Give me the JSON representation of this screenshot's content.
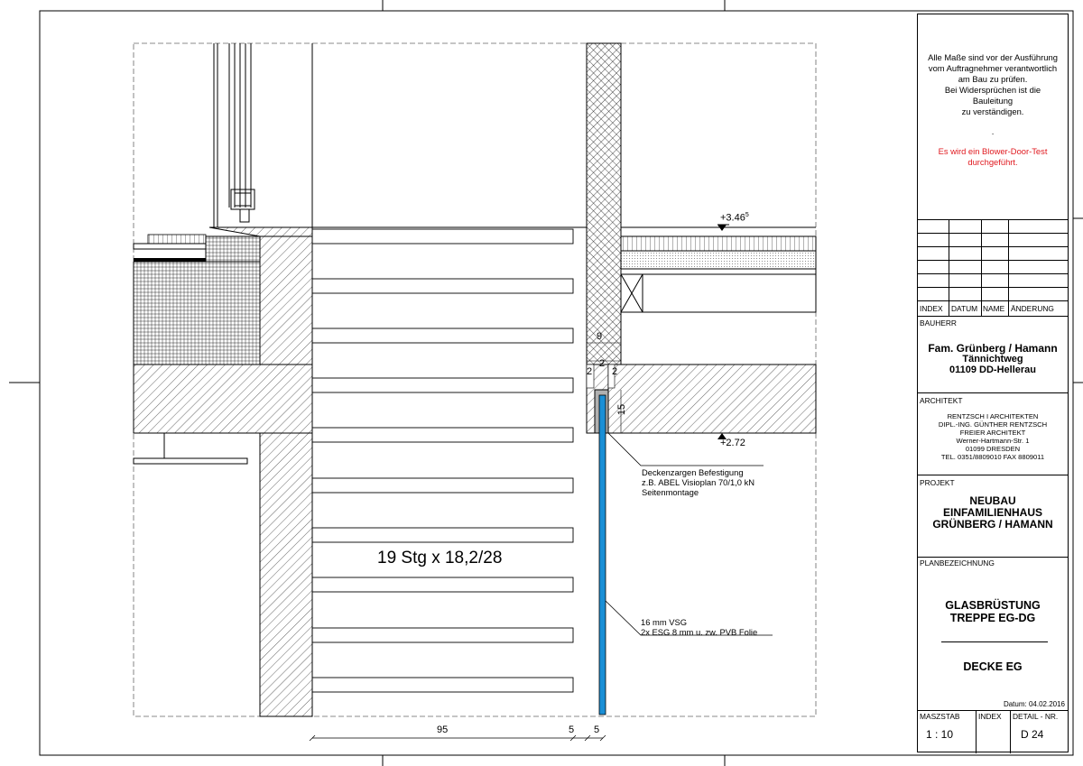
{
  "drawing": {
    "stair_label": "19 Stg x 18,2/28",
    "level_upper": "+3.46",
    "level_upper_sup": "5",
    "level_lower": "+2.72",
    "dim_9": "9",
    "dim_2_left": "2",
    "dim_2_mid": "2",
    "dim_2_right": "2",
    "dim_15": "15",
    "dim_95": "95",
    "dim_5a": "5",
    "dim_5b": "5",
    "annotation_fixing": [
      "Deckenzargen Befestigung",
      "z.B. ABEL Visioplan 70/1,0 kN",
      "Seitenmontage"
    ],
    "annotation_glass": [
      "16 mm VSG",
      "2x ESG 8 mm u. zw. PVB Folie"
    ],
    "colors": {
      "glass": "#1a8fd6",
      "line": "#000000",
      "red_text": "#e0191f"
    }
  },
  "title_block": {
    "notes": [
      "Alle Maße sind vor der Ausführung",
      "vom Auftragnehmer verantwortlich",
      "am Bau zu prüfen.",
      "Bei Widersprüchen ist die",
      "Bauleitung",
      "zu verständigen.",
      "."
    ],
    "notes_red": [
      "Es wird ein Blower-Door-Test",
      "durchgeführt."
    ],
    "revision_headers": [
      "INDEX",
      "DATUM",
      "NAME",
      "ÄNDERUNG"
    ],
    "bauherr_label": "BAUHERR",
    "bauherr": [
      "Fam. Grünberg / Hamann",
      "Tännichtweg",
      "01109 DD-Hellerau"
    ],
    "architekt_label": "ARCHITEKT",
    "architekt": [
      "RENTZSCH I ARCHITEKTEN",
      "DIPL.-ING. GÜNTHER RENTZSCH",
      "FREIER ARCHITEKT",
      "Werner-Hartmann-Str. 1",
      "01099 DRESDEN",
      "TEL. 0351/8809010 FAX 8809011"
    ],
    "projekt_label": "PROJEKT",
    "projekt": [
      "NEUBAU",
      "EINFAMILIENHAUS",
      "GRÜNBERG / HAMANN"
    ],
    "planbez_label": "PLANBEZEICHNUNG",
    "planbez": [
      "GLASBRÜSTUNG",
      "TREPPE EG-DG"
    ],
    "planbez_sub": "DECKE EG",
    "datum": "Datum: 04.02.2016",
    "massstab_label": "MASZSTAB",
    "index_label": "INDEX",
    "detail_label": "DETAIL - NR.",
    "massstab": "1 : 10",
    "detail_nr": "D 24"
  }
}
